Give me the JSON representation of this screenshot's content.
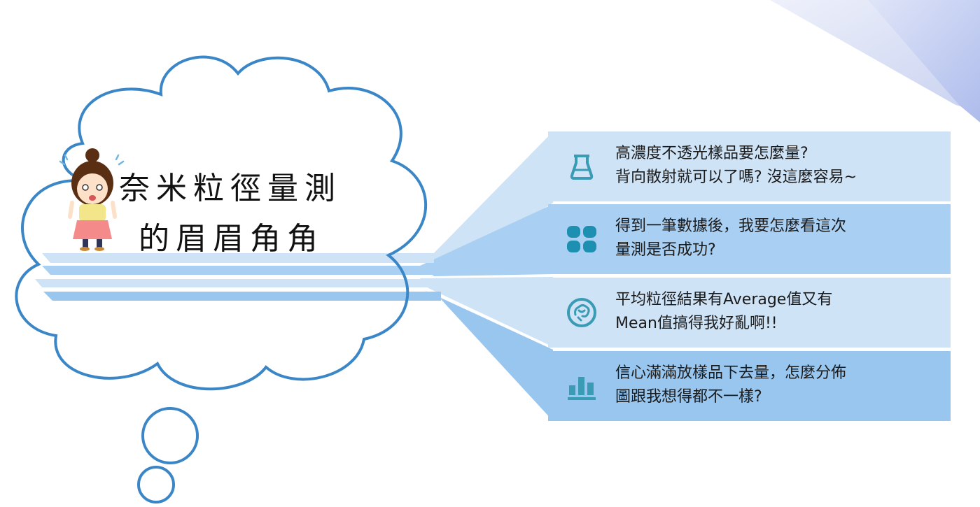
{
  "title": {
    "line1": "奈米粒徑量測",
    "line2": "的眉眉角角"
  },
  "colors": {
    "cloud_stroke": "#3a86c6",
    "band_light": "#cfe3f7",
    "band_dark": "#98c6ef",
    "icon": "#3a9bb5"
  },
  "items": [
    {
      "icon": "beaker-icon",
      "line1": "高濃度不透光樣品要怎麼量?",
      "line2": "背向散射就可以了嗎? 沒這麼容易~"
    },
    {
      "icon": "grid-icon",
      "line1": "得到一筆數據後，我要怎麼看這次",
      "line2": "量測是否成功?"
    },
    {
      "icon": "brain-icon",
      "line1": "平均粒徑結果有Average值又有",
      "line2": "Mean值搞得我好亂啊!!"
    },
    {
      "icon": "bar-chart-icon",
      "line1": "信心滿滿放樣品下去量，怎麼分佈",
      "line2": "圖跟我想得都不一樣?"
    }
  ]
}
